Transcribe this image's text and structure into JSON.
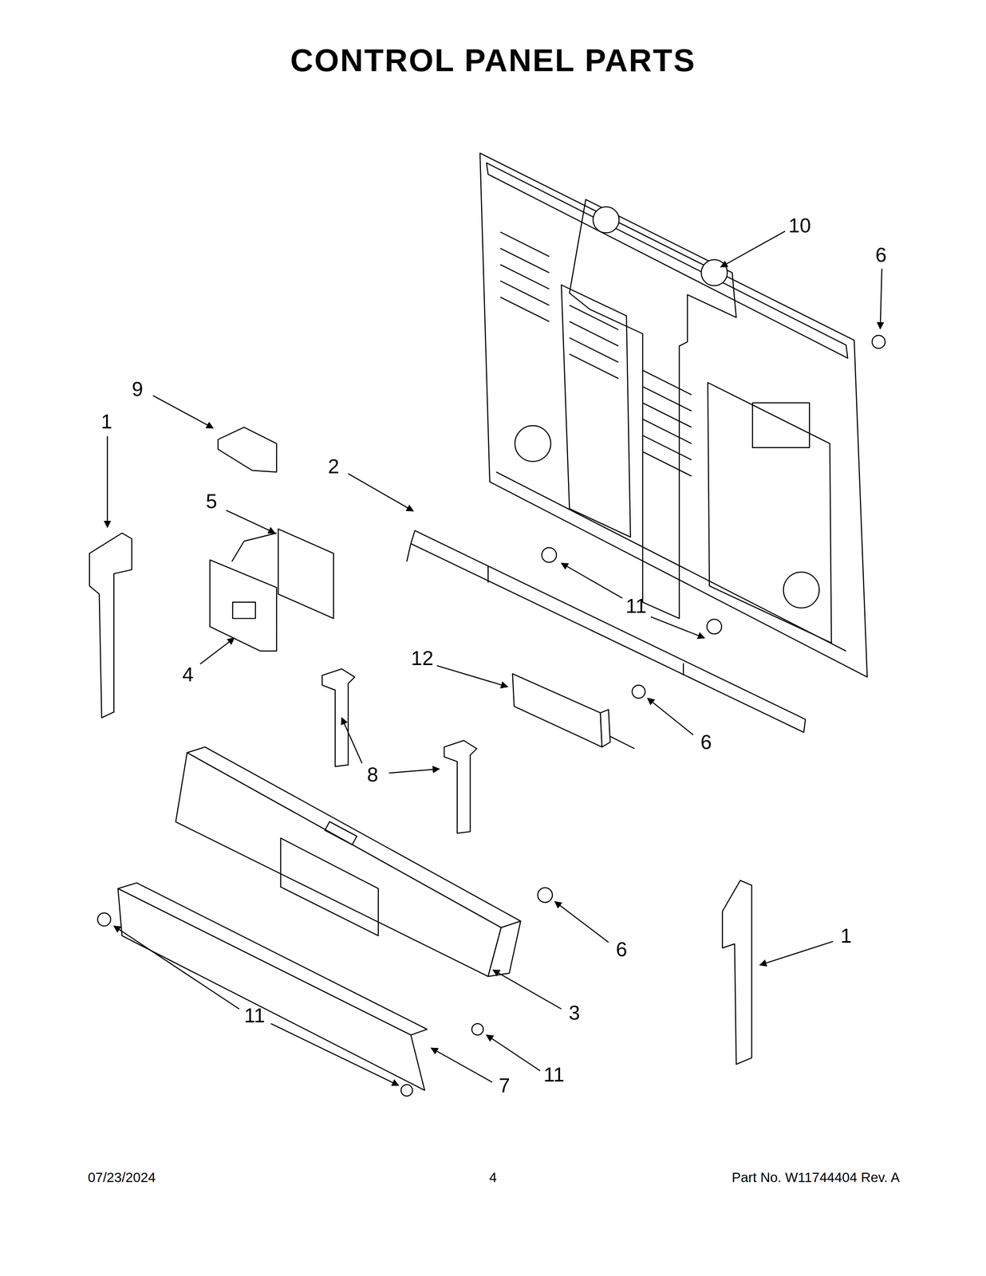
{
  "diagram": {
    "title": "CONTROL PANEL PARTS",
    "labels": [
      "10",
      "6",
      "9",
      "1",
      "2",
      "5",
      "11",
      "4",
      "12",
      "6",
      "8",
      "6",
      "1",
      "3",
      "11",
      "7",
      "11",
      "07/23/2024",
      "4",
      "Part No. W11744404 Rev. A"
    ]
  }
}
